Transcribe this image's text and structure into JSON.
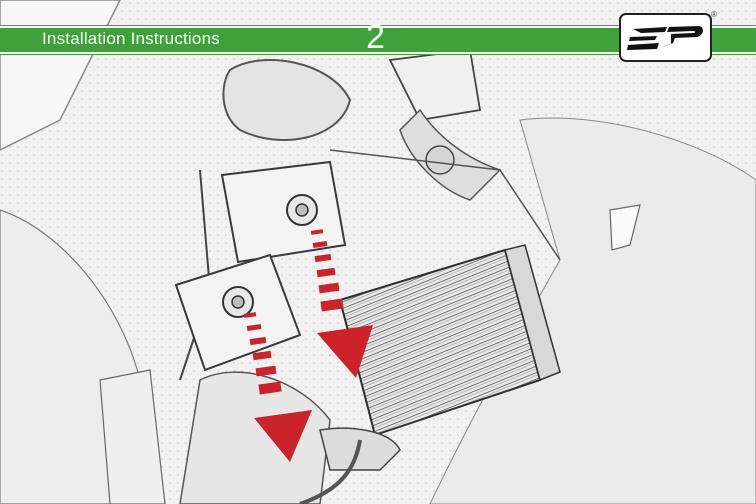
{
  "header": {
    "title": "Installation Instructions",
    "step_number": "2",
    "brand_color": "#3fa13a",
    "logo_icon": "ep-logo-icon",
    "registered_mark": "®"
  },
  "photo": {
    "subject": "motorcycle-radiator-bracket-sketch",
    "annotations": [
      {
        "icon": "down-arrow-icon",
        "color": "#cc2229"
      },
      {
        "icon": "down-arrow-icon",
        "color": "#cc2229"
      }
    ]
  }
}
